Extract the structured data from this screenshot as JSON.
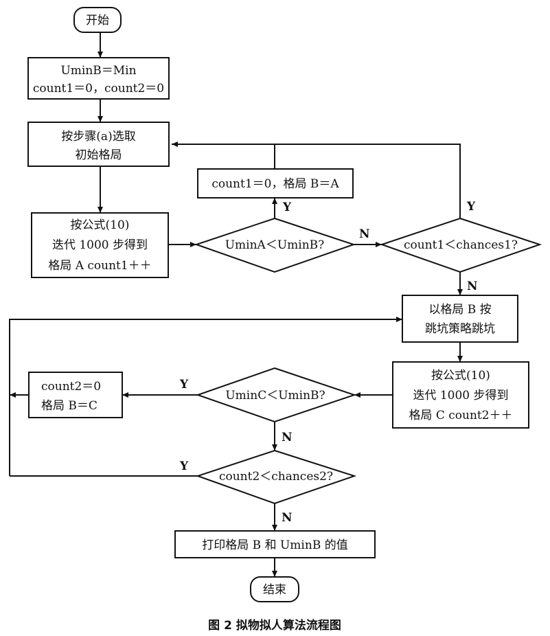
{
  "nodes": {
    "start": {
      "lines": [
        "开始"
      ]
    },
    "init": {
      "lines": [
        "UminB＝Min",
        "count1＝0，count2＝0"
      ]
    },
    "select_initial": {
      "lines": [
        "按步骤(a)选取",
        "初始格局"
      ]
    },
    "iterate_a": {
      "lines": [
        "按公式(10)",
        "迭代 1000 步得到",
        "格局 A  count1＋＋"
      ]
    },
    "reset_a": {
      "lines": [
        "count1＝0，格局 B＝A"
      ]
    },
    "decision_a": {
      "lines": [
        "UminA＜UminB?"
      ]
    },
    "decision_chances1": {
      "lines": [
        "count1＜chances1?"
      ]
    },
    "jump": {
      "lines": [
        "以格局 B 按",
        "跳坑策略跳坑"
      ]
    },
    "iterate_c": {
      "lines": [
        "按公式(10)",
        "迭代 1000 步得到",
        "格局 C  count2＋＋"
      ]
    },
    "decision_c": {
      "lines": [
        "UminC＜UminB?"
      ]
    },
    "reset_c": {
      "lines": [
        "count2＝0",
        "格局 B＝C"
      ]
    },
    "decision_chances2": {
      "lines": [
        "count2＜chances2?"
      ]
    },
    "print": {
      "lines": [
        "打印格局 B 和 UminB 的值"
      ]
    },
    "end": {
      "lines": [
        "结束"
      ]
    }
  },
  "edge_labels": {
    "a_yes": "Y",
    "a_no": "N",
    "chances1_yes": "Y",
    "chances1_no": "N",
    "c_yes": "Y",
    "c_no": "N",
    "chances2_yes": "Y",
    "chances2_no": "N"
  },
  "caption": "图 2   拟物拟人算法流程图"
}
